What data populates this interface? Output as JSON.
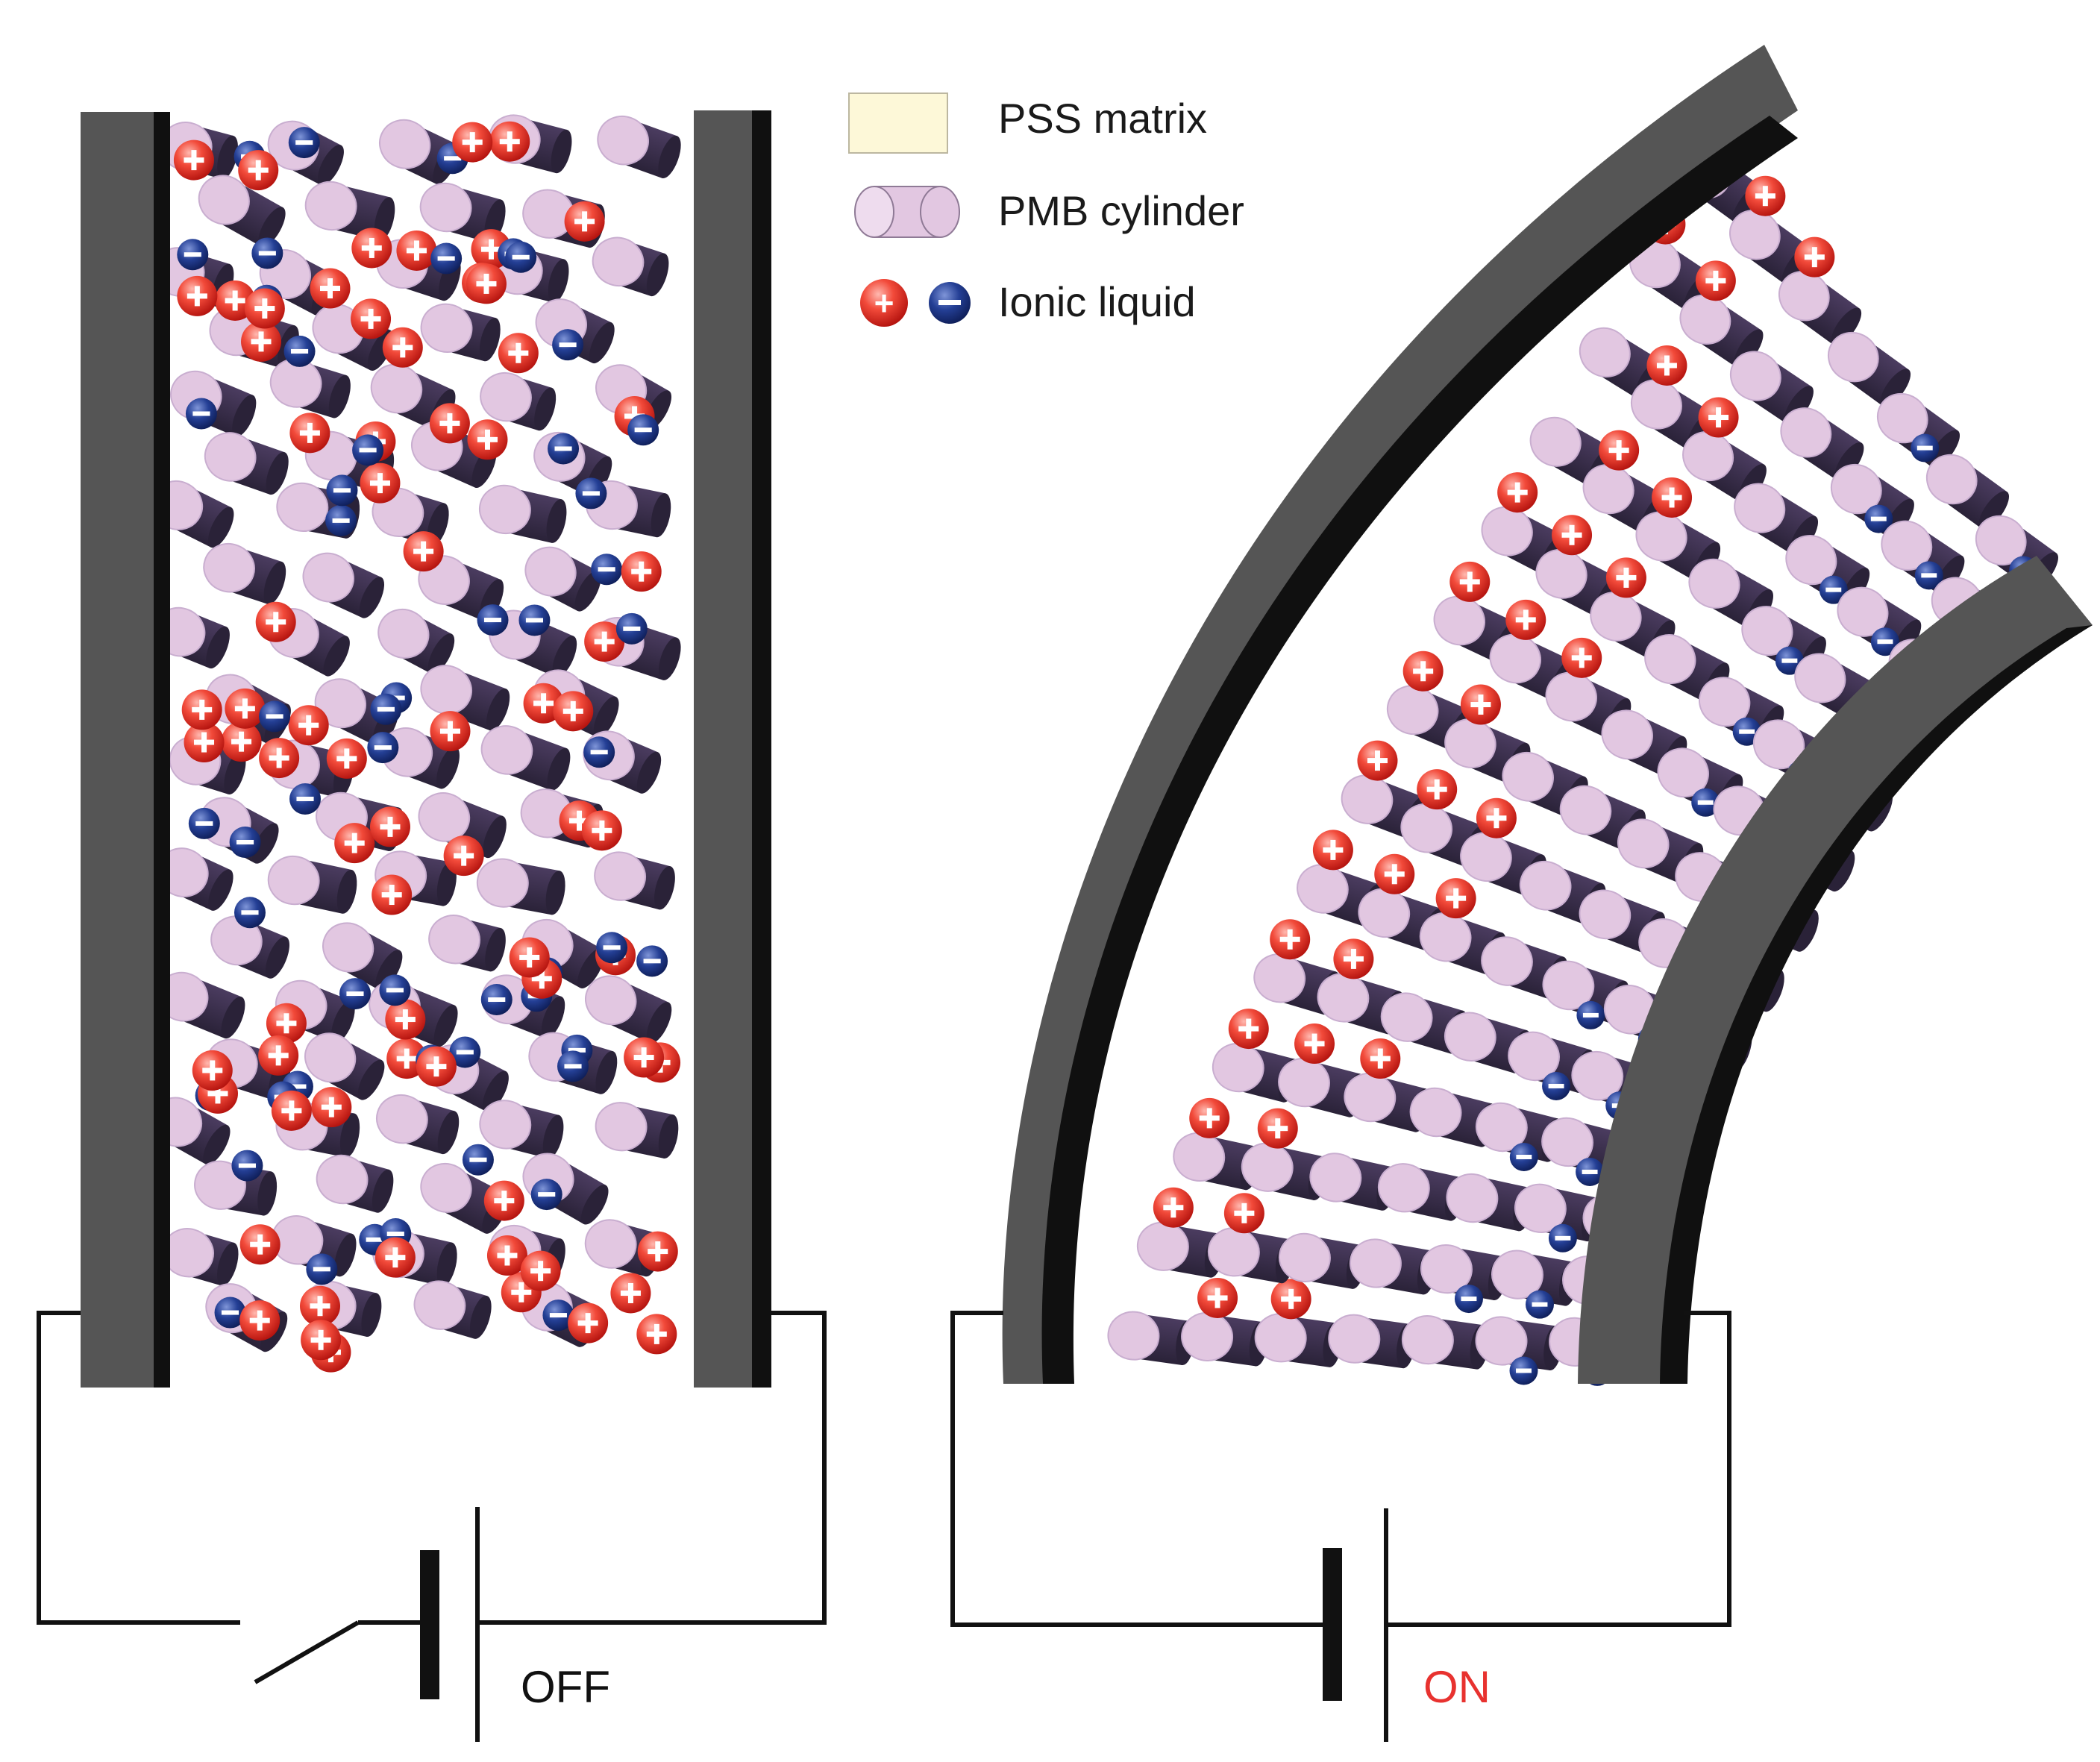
{
  "legend": {
    "items": [
      {
        "label": "PSS matrix",
        "icon": "pss-matrix-swatch"
      },
      {
        "label": "PMB cylinder",
        "icon": "pmb-cylinder-icon"
      },
      {
        "label": "Ionic liquid",
        "icon": "ionic-liquid-icon"
      }
    ]
  },
  "cation_symbol": "+",
  "anion_symbol": "−",
  "states": {
    "off": {
      "label": "OFF",
      "color": "#111111"
    },
    "on": {
      "label": "ON",
      "color": "#e8322f"
    }
  },
  "colors": {
    "pss_matrix": "#fdf8d8",
    "pmb_cylinder": "#e2c7e1",
    "cation": "#e8322f",
    "anion": "#1f3b8c",
    "electrode": "#555555",
    "electrode_dark": "#101010",
    "wire": "#111111"
  }
}
